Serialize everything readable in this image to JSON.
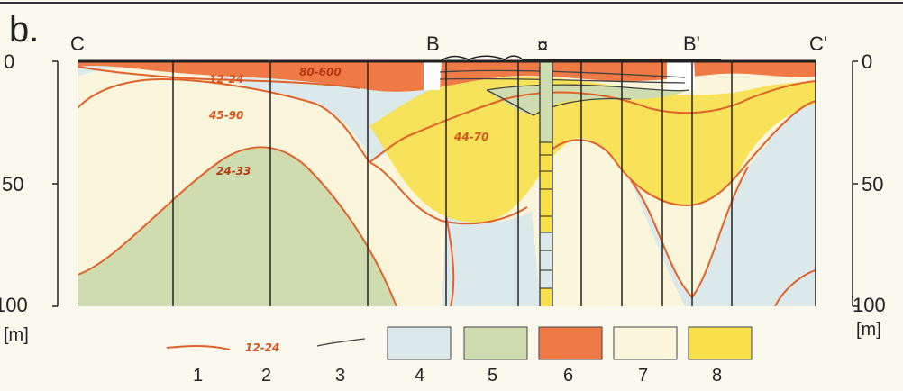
{
  "panel_label": "b.",
  "profile_points": [
    {
      "id": "c-start",
      "label": "C"
    },
    {
      "id": "b-start",
      "label": "B"
    },
    {
      "id": "well",
      "label": "¤"
    },
    {
      "id": "b-end",
      "label": "B'"
    },
    {
      "id": "c-end",
      "label": "C'"
    }
  ],
  "left_axis": {
    "ticks": [
      "0",
      "50",
      "100"
    ],
    "unit": "[m]"
  },
  "right_axis": {
    "ticks": [
      "0",
      "50",
      "100"
    ],
    "unit": "[m]"
  },
  "resistivity_labels": [
    "12-24",
    "80-600",
    "45-90",
    "44-70",
    "24-33"
  ],
  "legend": {
    "line_sample_label": "12-24",
    "items": [
      {
        "number": "1",
        "kind": "isoline",
        "color": "#e0622a"
      },
      {
        "number": "2",
        "kind": "isoline-value",
        "color": "#e0622a"
      },
      {
        "number": "3",
        "kind": "boundary",
        "color": "#444444"
      },
      {
        "number": "4",
        "kind": "fill",
        "color": "#dce9ea"
      },
      {
        "number": "5",
        "kind": "fill",
        "color": "#cfdcaf"
      },
      {
        "number": "6",
        "kind": "fill",
        "color": "#ef7a45"
      },
      {
        "number": "7",
        "kind": "fill",
        "color": "#fbf5dc"
      },
      {
        "number": "8",
        "kind": "fill",
        "color": "#f7e04a"
      }
    ]
  },
  "colors": {
    "isoline": "#e0622a",
    "background": "#fbf8ee",
    "blue_zone": "#dce9ea",
    "green_zone": "#cfdcaf",
    "orange_zone": "#ef7a45",
    "cream_zone": "#fbf5dc",
    "yellow_zone": "#f7e04a"
  }
}
